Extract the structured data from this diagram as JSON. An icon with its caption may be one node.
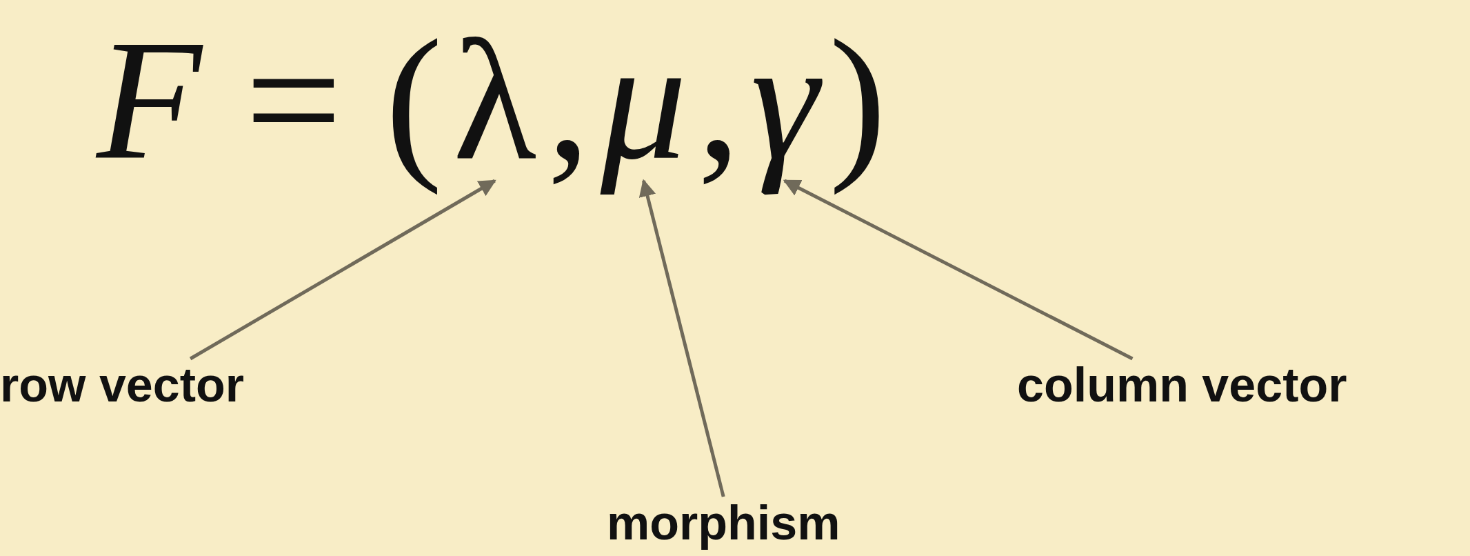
{
  "diagram": {
    "nodes": [
      {
        "text": [
          "λ"
        ]
      },
      {
        "text": [
          "μ"
        ]
      },
      {
        "text": [
          "γ"
        ]
      },
      {
        "text": [
          "row vector"
        ]
      },
      {
        "text": [
          "morphism"
        ]
      },
      {
        "text": [
          "column vector"
        ]
      }
    ],
    "edges": [
      {
        "from": 3,
        "to": 0,
        "arrow": "to"
      },
      {
        "from": 4,
        "to": 1,
        "arrow": "to"
      },
      {
        "from": 5,
        "to": 2,
        "arrow": "to"
      }
    ],
    "labels": [
      "*F* = (",
      ",",
      ",",
      ")"
    ]
  }
}
